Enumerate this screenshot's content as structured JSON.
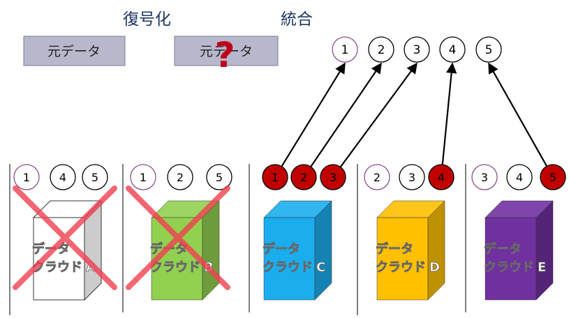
{
  "top": {
    "decode_label": "復号化",
    "integrate_label": "統合",
    "original_left": "元データ",
    "original_mid": "元データ",
    "question_mark": "?",
    "fragments": [
      "1",
      "2",
      "3",
      "4",
      "5"
    ]
  },
  "clouds": [
    {
      "id": "A",
      "label_line1": "データ",
      "label_line2": "クラウド",
      "letter": "A",
      "shares": [
        "1",
        "4",
        "5"
      ],
      "selected": [
        false,
        false,
        false
      ],
      "status": "failed",
      "color": "#ffffff"
    },
    {
      "id": "B",
      "label_line1": "データ",
      "label_line2": "クラウド",
      "letter": "B",
      "shares": [
        "1",
        "2",
        "5"
      ],
      "selected": [
        false,
        false,
        false
      ],
      "status": "failed",
      "color": "#92d050"
    },
    {
      "id": "C",
      "label_line1": "データ",
      "label_line2": "クラウド",
      "letter": "C",
      "shares": [
        "1",
        "2",
        "3"
      ],
      "selected": [
        true,
        true,
        true
      ],
      "status": "ok",
      "color": "#1aaeee"
    },
    {
      "id": "D",
      "label_line1": "データ",
      "label_line2": "クラウド",
      "letter": "D",
      "shares": [
        "2",
        "3",
        "4"
      ],
      "selected": [
        false,
        false,
        true
      ],
      "status": "ok",
      "color": "#ffc000"
    },
    {
      "id": "E",
      "label_line1": "データ",
      "label_line2": "クラウド",
      "letter": "E",
      "shares": [
        "3",
        "4",
        "5"
      ],
      "selected": [
        false,
        false,
        true
      ],
      "status": "ok",
      "color": "#7030a0"
    }
  ],
  "colors": {
    "selected_share": "#c00000",
    "failed_cross": "#f04050",
    "question": "#c0001a",
    "box_fill": "#b8b8cc"
  }
}
